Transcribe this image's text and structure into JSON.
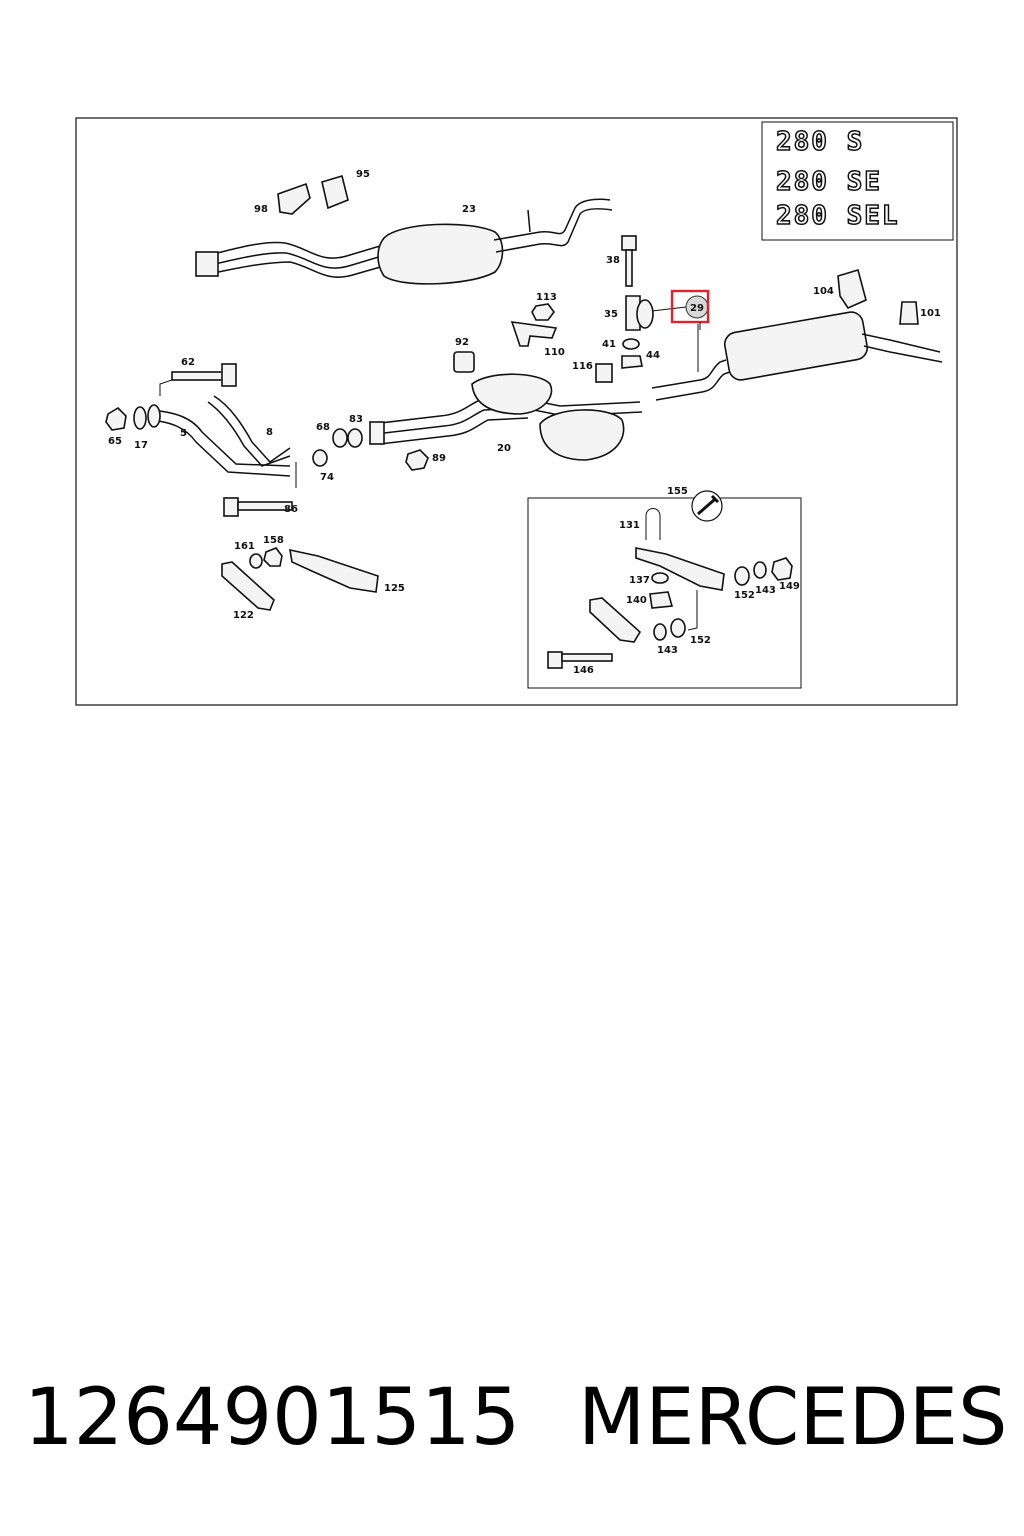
{
  "badges": [
    "280 S",
    "280 SE",
    "280 SEL"
  ],
  "highlight": {
    "label": "29",
    "color": "#e0242b"
  },
  "callouts": {
    "c95": "95",
    "c98": "98",
    "c23": "23",
    "c38": "38",
    "c113": "113",
    "c35": "35",
    "c110": "110",
    "c41": "41",
    "c44": "44",
    "c116": "116",
    "c92": "92",
    "c104": "104",
    "c101": "101",
    "c62": "62",
    "c65": "65",
    "c17": "17",
    "c5": "5",
    "c8": "8",
    "c68": "68",
    "c83": "83",
    "c74": "74",
    "c89": "89",
    "c20": "20",
    "c86": "86",
    "c161": "161",
    "c158": "158",
    "c125": "125",
    "c122": "122",
    "c155": "155",
    "c131": "131",
    "c137": "137",
    "c140": "140",
    "c152a": "152",
    "c143a": "143",
    "c149": "149",
    "c143b": "143",
    "c152b": "152",
    "c146": "146"
  },
  "caption": {
    "part_number": "1264901515",
    "brand": "MERCEDES"
  }
}
